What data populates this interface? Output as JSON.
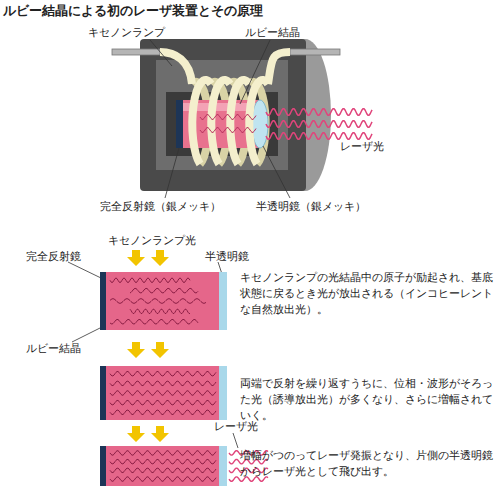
{
  "diagram": {
    "title": "ルビー結晶による初のレーザ装置とその原理",
    "labels": [
      "キセノンランプ",
      "ルビー結晶",
      "レーザ光",
      "完全反射鏡（銀メッキ）",
      "半透明鏡（銀メッキ）",
      "キセノンランプ光",
      "完全反射鏡",
      "半透明鏡",
      "キセノンランプの光結晶中の原子が励起され、基底状態に戻るとき光が放出される（インコヒーレントな自然放出光）。",
      "ルビー結晶",
      "両端で反射を繰り返すうちに、位相・波形がそろった光（誘導放出光）が多くなり、さらに増幅されていく。",
      "レーザ光",
      "増幅がつのってレーザ発振となり、片側の半透明鏡からレーザ光として飛び出す。"
    ]
  }
}
